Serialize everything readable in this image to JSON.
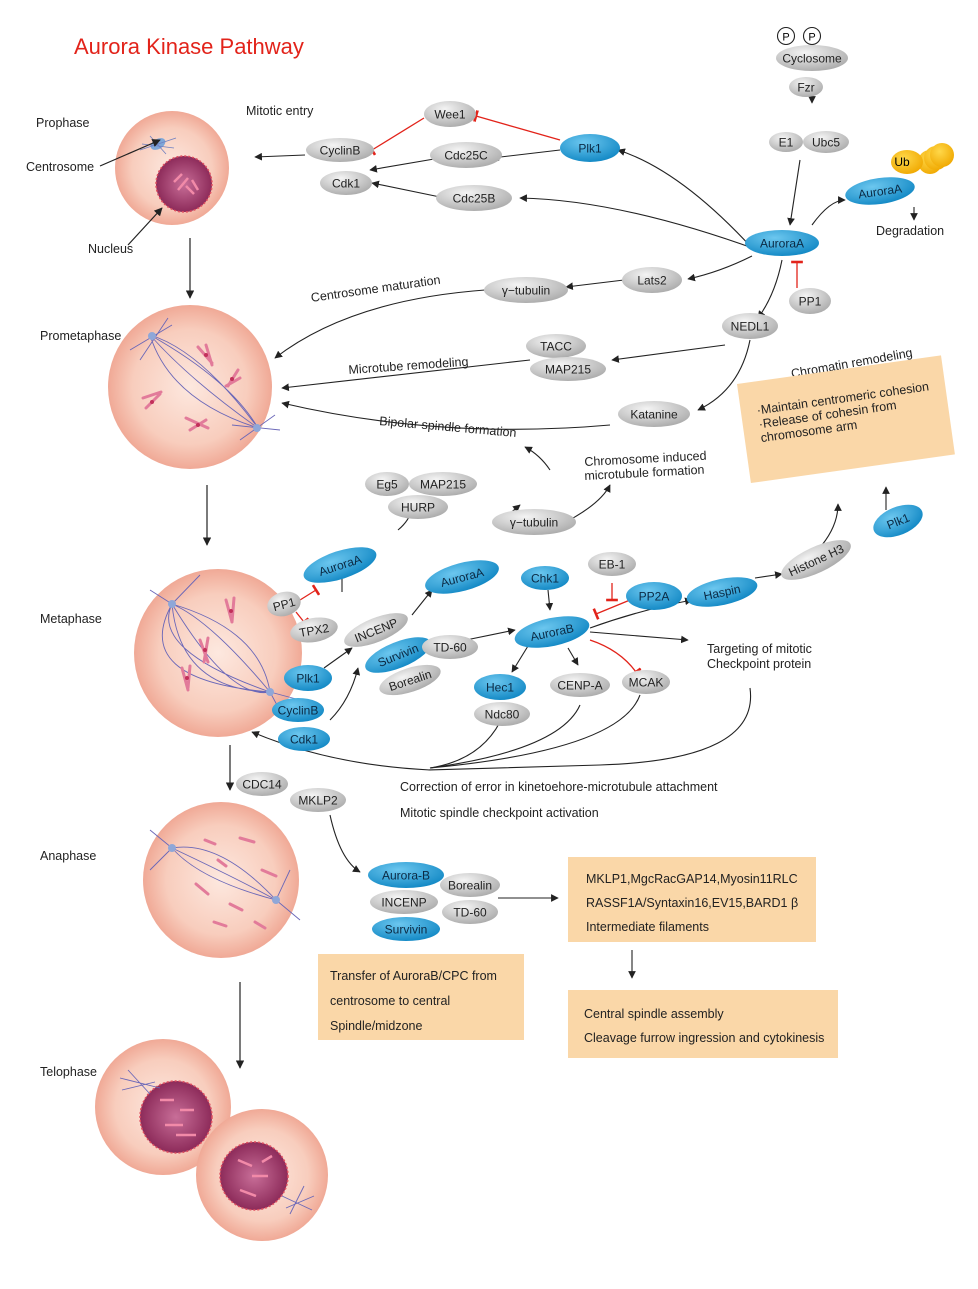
{
  "title": "Aurora Kinase Pathway",
  "phases": {
    "prophase": "Prophase",
    "prometaphase": "Prometaphase",
    "metaphase": "Metaphase",
    "anaphase": "Anaphase",
    "telophase": "Telophase"
  },
  "cell_labels": {
    "centrosome": "Centrosome",
    "nucleus": "Nucleus"
  },
  "process_labels": {
    "mitotic_entry": "Mitotic entry",
    "centrosome_maturation": "Centrosome maturation",
    "microtube_remodeling": "Microtube remodeling",
    "bipolar_spindle": "Bipolar spindle formation",
    "chromosome_induced_1": "Chromosome induced",
    "chromosome_induced_2": "microtubule formation",
    "chromatin_remodeling": "Chromatin remodeling",
    "targeting_1": "Targeting of mitotic",
    "targeting_2": "Checkpoint protein",
    "degradation": "Degradation",
    "correction": "Correction of error in kinetoehore-microtubule attachment",
    "checkpoint_activation": "Mitotic spindle checkpoint activation"
  },
  "phospho": [
    "P",
    "P"
  ],
  "nodes": {
    "cyclosome": "Cyclosome",
    "fzr": "Fzr",
    "e1": "E1",
    "ubc5": "Ubc5",
    "ub": "Ub",
    "aurora_a_deg": "AuroraA",
    "aurora_a_main": "AuroraA",
    "pp1_top": "PP1",
    "lats2": "Lats2",
    "gamma_tubulin_1": "γ−tubulin",
    "nedl1": "NEDL1",
    "tacc": "TACC",
    "map215_1": "MAP215",
    "katanine": "Katanine",
    "wee1": "Wee1",
    "plk1_top": "Plk1",
    "cdc25c": "Cdc25C",
    "cdc25b": "Cdc25B",
    "cyclinb_top": "CyclinB",
    "cdk1_top": "Cdk1",
    "eg5": "Eg5",
    "map215_2": "MAP215",
    "hurp": "HURP",
    "aurora_a_meta": "AuroraA",
    "pp1_meta": "PP1",
    "tpx2": "TPX2",
    "gamma_tubulin_2": "γ−tubulin",
    "aurora_a_2": "AuroraA",
    "incenp_1": "INCENP",
    "survivin_1": "Survivin",
    "borealin_1": "Borealin",
    "td60_1": "TD-60",
    "chk1": "Chk1",
    "eb1": "EB-1",
    "pp2a": "PP2A",
    "aurora_b": "AuroraB",
    "haspin": "Haspin",
    "histone_h3": "Histone H3",
    "plk1_right": "Plk1",
    "plk1_meta": "Plk1",
    "cyclinb_meta": "CyclinB",
    "cdk1_meta": "Cdk1",
    "hec1": "Hec1",
    "ndc80": "Ndc80",
    "cenp_a": "CENP-A",
    "mcak": "MCAK",
    "cdc14": "CDC14",
    "mklp2": "MKLP2",
    "aurora_b_2": "Aurora-B",
    "borealin_2": "Borealin",
    "incenp_2": "INCENP",
    "td60_2": "TD-60",
    "survivin_2": "Survivin"
  },
  "boxes": {
    "chromatin": [
      "·Maintain centromeric cohesion",
      "·Release of cohesin from",
      "chromosome arm"
    ],
    "transfer": [
      "Transfer of  AuroraB/CPC from",
      "centrosome to central",
      "Spindle/midzone"
    ],
    "substrates": [
      "MKLP1,MgcRacGAP14,Myosin11RLC",
      "RASSF1A/Syntaxin16,EV15,BARD1 β",
      "Intermediate  filaments"
    ],
    "cytokinesis": [
      "Central spindle assembly",
      "Cleavage furrow ingression and cytokinesis"
    ]
  },
  "colors": {
    "title": "#e2231a",
    "blue_node": "#1a9cd8",
    "gray_node": "#c8c8c8",
    "inhibit": "#e2231a",
    "ub": "#f5b400",
    "box": "#fad7a8",
    "cell": "#f6c2b2",
    "nucleus": "#a3366b"
  }
}
